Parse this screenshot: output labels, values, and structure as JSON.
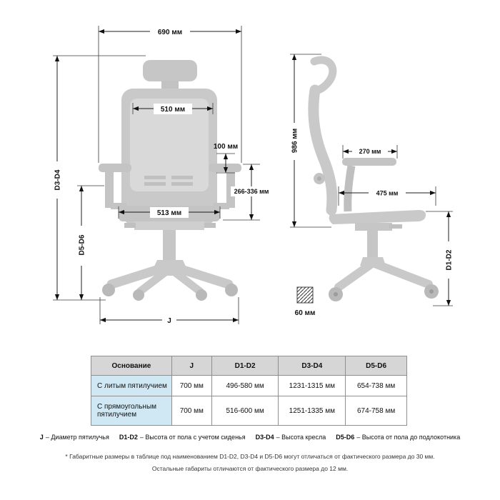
{
  "front_view": {
    "dim_overall_width": "690 мм",
    "dim_backrest_width": "510 мм",
    "dim_armrest_adjust": "100 мм",
    "dim_armrest_height_range": "266-336 мм",
    "dim_seat_width": "513 мм",
    "dim_chair_height_label": "D3-D4",
    "dim_floor_to_armrest_label": "D5-D6",
    "dim_base_diameter_label": "J"
  },
  "side_view": {
    "dim_back_height": "986 мм",
    "dim_armrest_depth": "270 мм",
    "dim_seat_depth": "475 мм",
    "dim_seat_height_label": "D1-D2",
    "dim_caster_size": "60 мм"
  },
  "table": {
    "headers": [
      "Основание",
      "J",
      "D1-D2",
      "D3-D4",
      "D5-D6"
    ],
    "rows": [
      [
        "С литым пятилучием",
        "700 мм",
        "496-580 мм",
        "1231-1315 мм",
        "654-738 мм"
      ],
      [
        "С прямоугольным пятилучием",
        "700 мм",
        "516-600 мм",
        "1251-1335 мм",
        "674-758 мм"
      ]
    ]
  },
  "legend": {
    "items": [
      {
        "term": "J",
        "desc": "– Диаметр пятилучья"
      },
      {
        "term": "D1-D2",
        "desc": "– Высота от пола с учетом сиденья"
      },
      {
        "term": "D3-D4",
        "desc": "– Высота кресла"
      },
      {
        "term": "D5-D6",
        "desc": "– Высота от пола до подлокотника"
      }
    ]
  },
  "footnotes": {
    "line1": "* Габаритные размеры в таблице под наименованием D1-D2, D3-D4 и D5-D6 могут отличаться от фактического размера до 30 мм.",
    "line2": "Остальные габариты отличаются от фактического размера до 12 мм."
  },
  "colors": {
    "chair_gray": "#c9c9c9",
    "chair_light_gray": "#d9d9d9",
    "dimension_line": "#1c1c1c",
    "table_header_bg": "#d6d6d6",
    "table_rowlabel_bg": "#cfe8f4"
  }
}
